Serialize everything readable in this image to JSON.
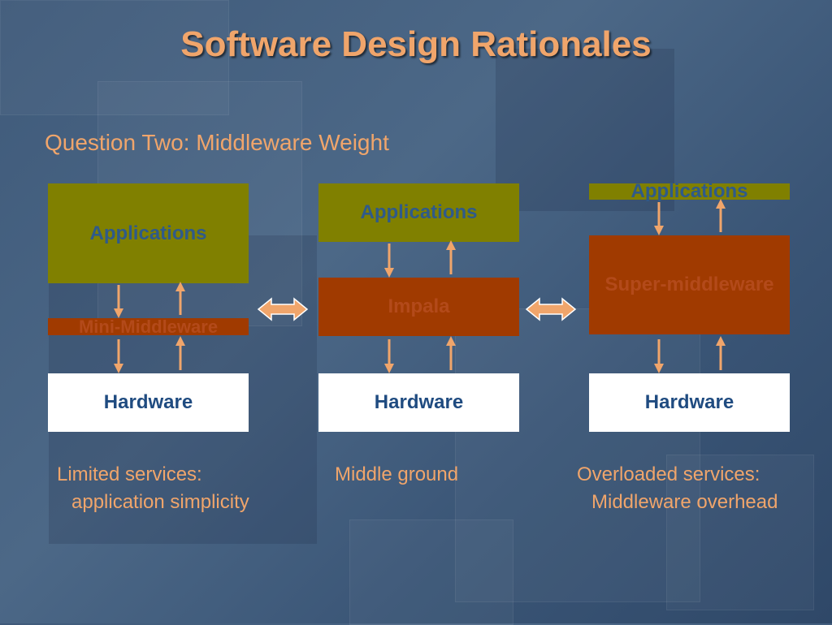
{
  "title": "Software Design Rationales",
  "subtitle": "Question Two: Middleware Weight",
  "columns": [
    {
      "applications": "Applications",
      "middleware": "Mini-Middleware",
      "hardware": "Hardware",
      "caption_line1": "Limited services:",
      "caption_line2": "application simplicity"
    },
    {
      "applications": "Applications",
      "middleware": "Impala",
      "hardware": "Hardware",
      "caption_line1": "Middle ground",
      "caption_line2": ""
    },
    {
      "applications": "Applications",
      "middleware": "Super-middleware",
      "hardware": "Hardware",
      "caption_line1": "Overloaded services:",
      "caption_line2": "Middleware overhead"
    }
  ],
  "colors": {
    "title": "#f0a56b",
    "arrow": "#f0a56b",
    "applications_box": "#808000",
    "middleware_box": "#a03a00",
    "hardware_box": "#ffffff",
    "box_text": "#1f4b80"
  }
}
